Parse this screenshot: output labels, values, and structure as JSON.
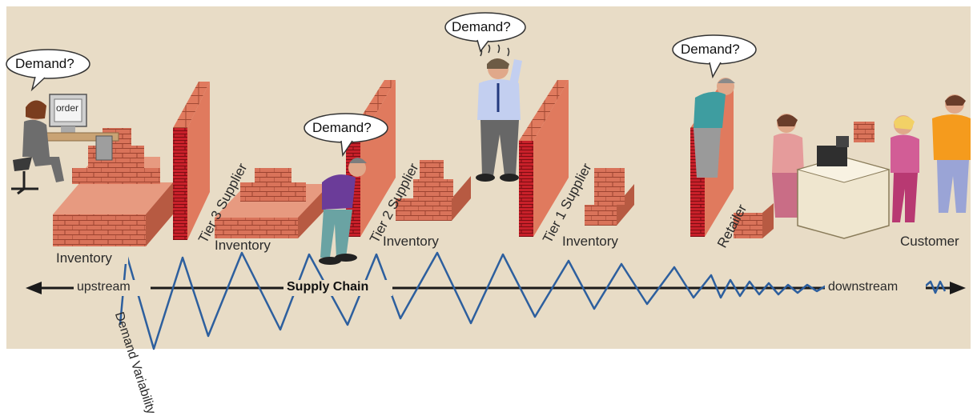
{
  "bubbles": {
    "b1": "Demand?",
    "b2": "Demand?",
    "b3": "Demand?",
    "b4": "Demand?"
  },
  "monitor_text": "order",
  "labels": {
    "inventory1": "Inventory",
    "inventory2": "Inventory",
    "inventory3": "Inventory",
    "inventory4": "Inventory",
    "tier3": "Tier 3 Supplier",
    "tier2": "Tier 2 Supplier",
    "tier1": "Tier 1 Supplier",
    "retailer": "Retailer",
    "customer": "Customer"
  },
  "axis": {
    "upstream": "upstream",
    "supply_chain": "Supply Chain",
    "downstream": "downstream",
    "demand_variability": "Demand Variability"
  },
  "colors": {
    "background": "#e8dcc6",
    "brick": "#d9735a",
    "brick_dark": "#b34e38",
    "wave": "#2d5f9e",
    "arrow": "#1a1a1a"
  },
  "icons": [
    "thinking-figure",
    "brick-wall",
    "brick-stack",
    "cash-register",
    "computer"
  ]
}
